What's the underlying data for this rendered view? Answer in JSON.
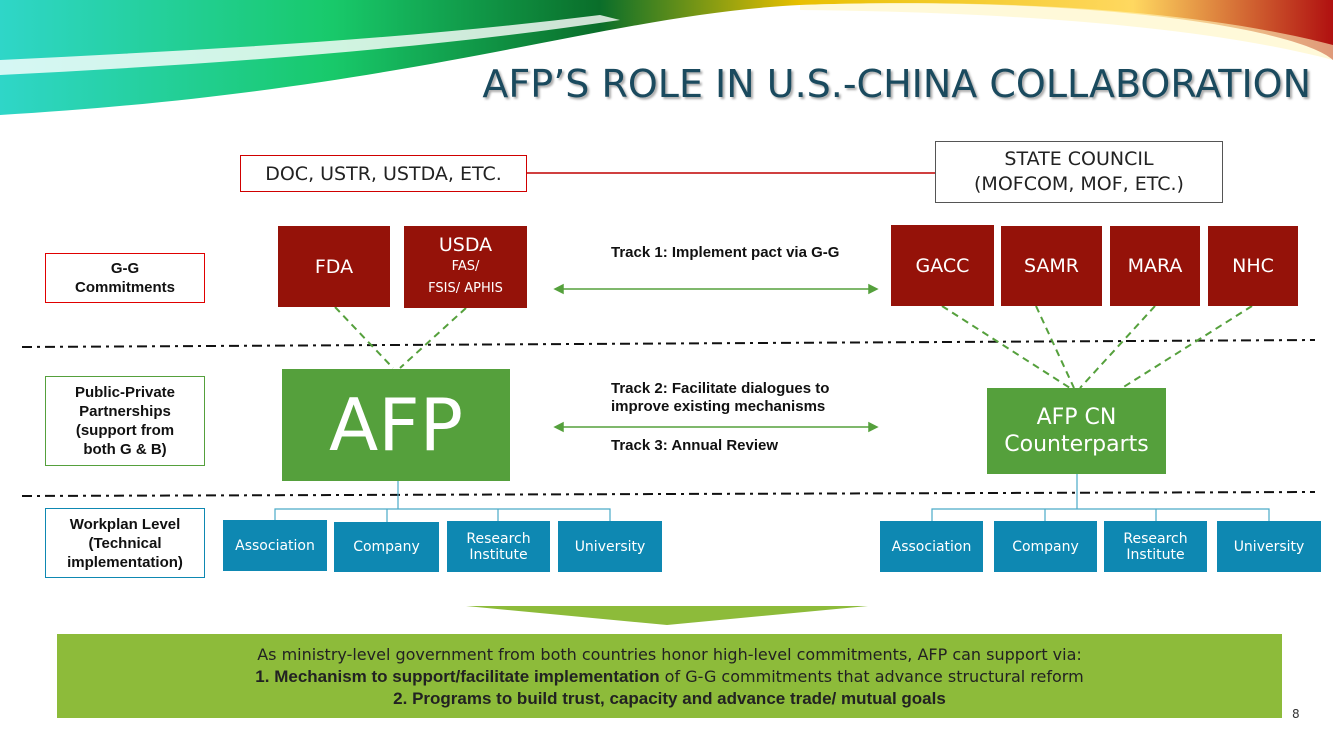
{
  "title": "AFP’S ROLE IN U.S.-CHINA COLLABORATION",
  "top": {
    "us": "DOC, USTR, USTDA, ETC.",
    "cn_line1": "STATE COUNCIL",
    "cn_line2": "(MOFCOM, MOF, ETC.)"
  },
  "levels": {
    "gg": "G-G Commitments",
    "ppp": "Public-Private Partnerships (support from both G & B)",
    "workplan": "Workplan Level (Technical implementation)"
  },
  "us_agencies": {
    "fda": "FDA",
    "usda": "USDA",
    "usda_sub1": "FAS/",
    "usda_sub2": "FSIS/ APHIS"
  },
  "cn_agencies": [
    "GACC",
    "SAMR",
    "MARA",
    "NHC"
  ],
  "tracks": {
    "t1": "Track 1: Implement pact via G-G",
    "t2": "Track 2: Facilitate dialogues to improve existing mechanisms",
    "t3": "Track 3: Annual Review"
  },
  "afp": "AFP",
  "afp_cn": {
    "line1": "AFP CN",
    "line2": "Counterparts"
  },
  "members_us": [
    "Association",
    "Company",
    "Research Institute",
    "University"
  ],
  "members_cn": [
    "Association",
    "Company",
    "Research Institute",
    "University"
  ],
  "banner": {
    "line1": "As ministry-level government from both countries honor high-level commitments, AFP can support via:",
    "line2_bold": "1. Mechanism to support/facilitate implementation",
    "line2_rest": " of G-G commitments that advance structural reform",
    "line3": "2. Programs to build trust, capacity and advance trade/ mutual goals"
  },
  "page_number": "8",
  "colors": {
    "red": "#951209",
    "green": "#55a03c",
    "blue": "#0e88b2",
    "banner": "#8dbb3a"
  }
}
